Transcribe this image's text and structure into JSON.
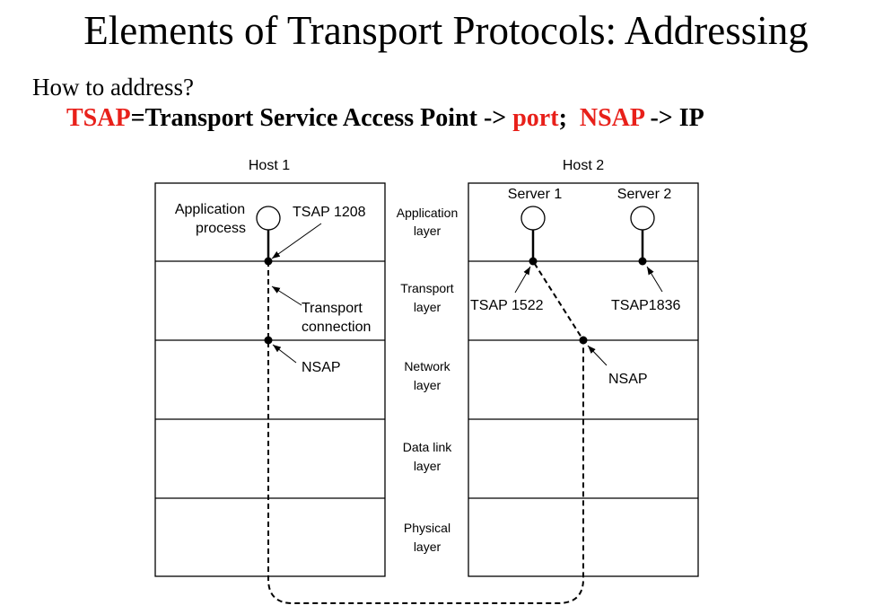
{
  "title": "Elements of Transport Protocols: Addressing",
  "question": "How to address?",
  "definition": {
    "tsap": "TSAP",
    "tsap_rest": "=Transport Service Access Point -> ",
    "port": "port",
    "sep": ";  ",
    "nsap": "NSAP",
    "nsap_rest": " -> IP"
  },
  "colors": {
    "highlight": "#e8201a",
    "text": "#000000"
  },
  "diagram": {
    "host1": {
      "label": "Host 1",
      "app_process": [
        "Application",
        "process"
      ],
      "tsap": "TSAP 1208",
      "transport_connection": [
        "Transport",
        "connection"
      ],
      "nsap": "NSAP"
    },
    "host2": {
      "label": "Host 2",
      "server1": "Server 1",
      "server2": "Server 2",
      "tsap1": "TSAP 1522",
      "tsap2": "TSAP1836",
      "nsap": "NSAP"
    },
    "layers": [
      [
        "Application",
        "layer"
      ],
      [
        "Transport",
        "layer"
      ],
      [
        "Network",
        "layer"
      ],
      [
        "Data link",
        "layer"
      ],
      [
        "Physical",
        "layer"
      ]
    ]
  }
}
